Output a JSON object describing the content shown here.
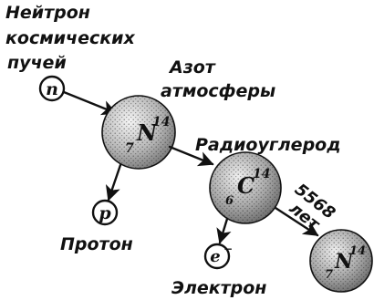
{
  "labels": {
    "neutron": [
      "Нейтрон",
      "космических",
      "пучей"
    ],
    "nitrogen_atm": [
      "Азот",
      "атмосферы"
    ],
    "radiocarbon": "Радиоуглерод",
    "half_life": [
      "5568",
      "лет"
    ],
    "proton": "Протон",
    "electron": "Электрон"
  },
  "particles": {
    "neutron": "n",
    "proton": "p",
    "electron": "e",
    "electron_charge": "−"
  },
  "nuclei": {
    "n14": {
      "element": "N",
      "mass": "14",
      "atomic": "7"
    },
    "c14": {
      "element": "C",
      "mass": "14",
      "atomic": "6"
    },
    "n14_product": {
      "element": "N",
      "mass": "14",
      "atomic": "7"
    }
  },
  "colors": {
    "ink": "#111111",
    "sphere_light": "#ffffff",
    "sphere_dark": "#7a7a7a"
  }
}
